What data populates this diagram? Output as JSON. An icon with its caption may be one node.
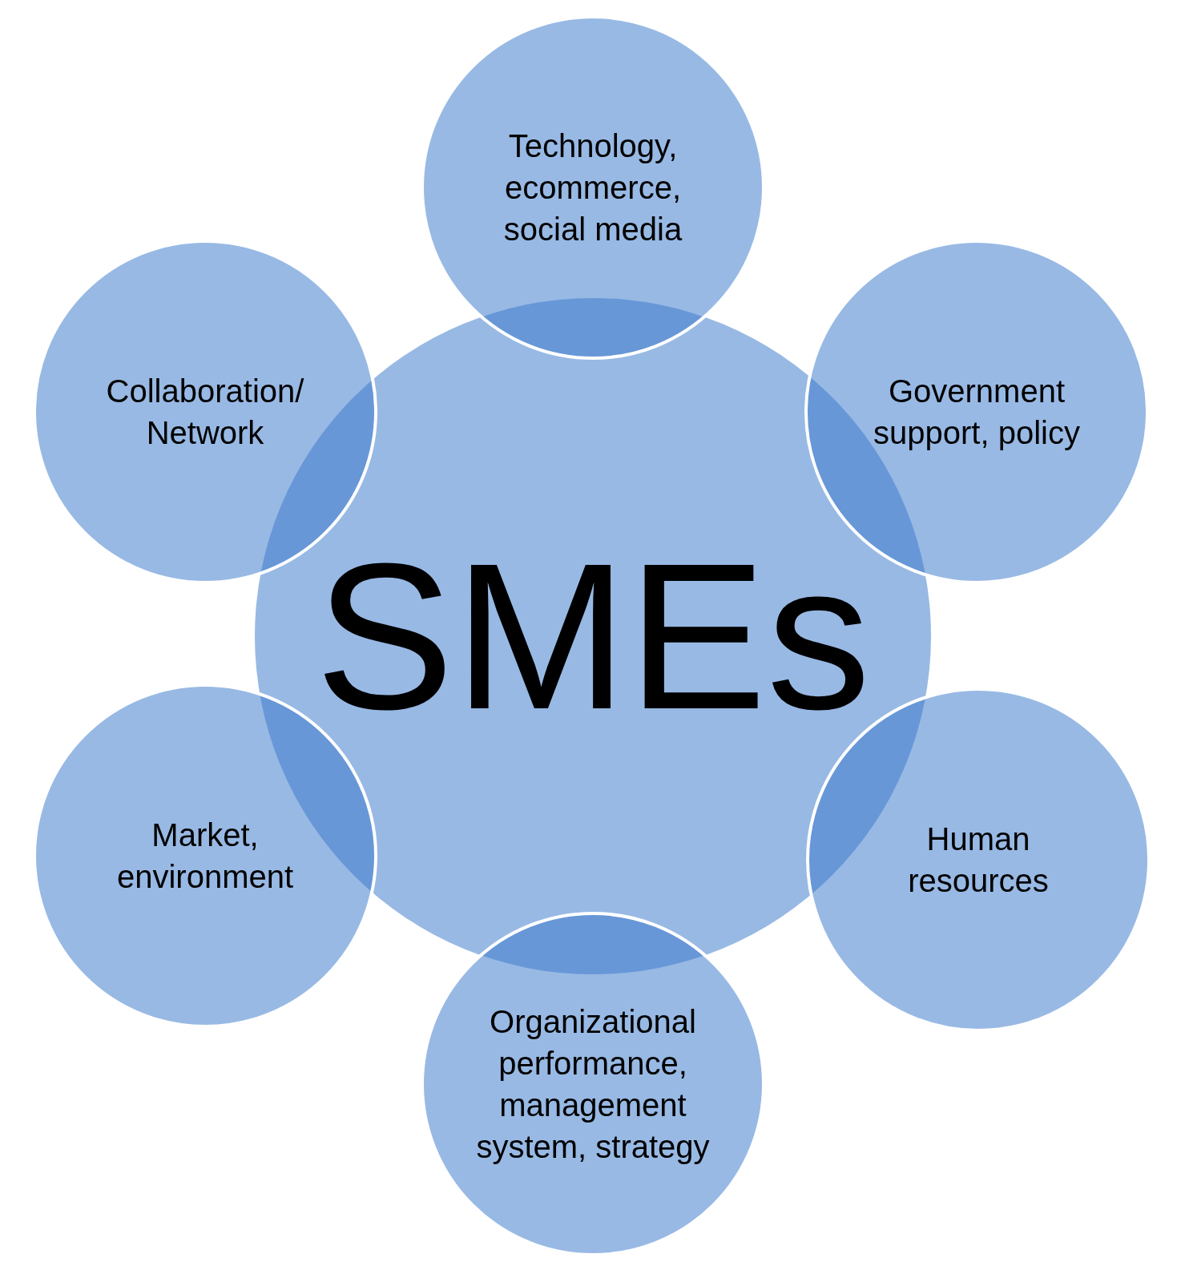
{
  "diagram": {
    "nodes": [
      {
        "text": [
          "SMEs"
        ]
      },
      {
        "text": [
          "Technology, ecommerce, social media"
        ]
      },
      {
        "text": [
          "Collaboration/ Network"
        ]
      },
      {
        "text": [
          "Government support, policy"
        ]
      },
      {
        "text": [
          "Market, environment"
        ]
      },
      {
        "text": [
          "Human resources"
        ]
      },
      {
        "text": [
          "Organizational performance, management system, strategy"
        ]
      }
    ]
  }
}
